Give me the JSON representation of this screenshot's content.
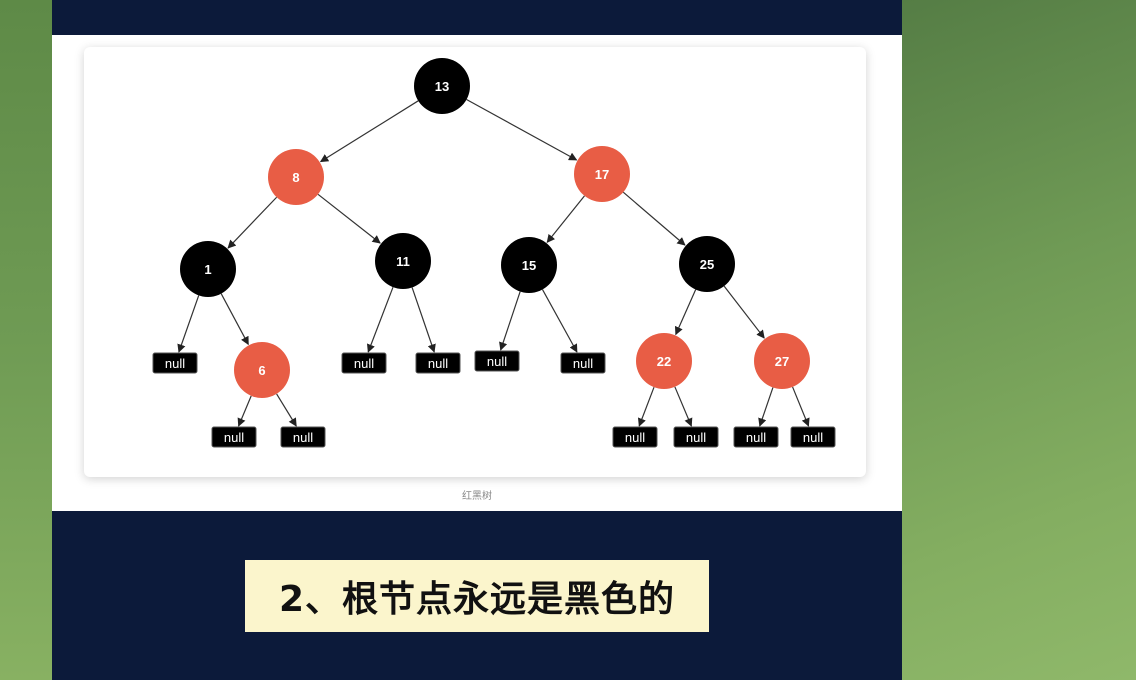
{
  "tree": {
    "nodes": [
      {
        "id": "n13",
        "label": "13",
        "color": "black"
      },
      {
        "id": "n8",
        "label": "8",
        "color": "red"
      },
      {
        "id": "n17",
        "label": "17",
        "color": "red"
      },
      {
        "id": "n1",
        "label": "1",
        "color": "black"
      },
      {
        "id": "n11",
        "label": "11",
        "color": "black"
      },
      {
        "id": "n15",
        "label": "15",
        "color": "black"
      },
      {
        "id": "n25",
        "label": "25",
        "color": "black"
      },
      {
        "id": "n6",
        "label": "6",
        "color": "red"
      },
      {
        "id": "n22",
        "label": "22",
        "color": "red"
      },
      {
        "id": "n27",
        "label": "27",
        "color": "red"
      }
    ],
    "null_label": "null",
    "edges": [
      [
        "n13",
        "n8"
      ],
      [
        "n13",
        "n17"
      ],
      [
        "n8",
        "n1"
      ],
      [
        "n8",
        "n11"
      ],
      [
        "n17",
        "n15"
      ],
      [
        "n17",
        "n25"
      ],
      [
        "n1",
        "null_1L"
      ],
      [
        "n1",
        "n6"
      ],
      [
        "n11",
        "null_11L"
      ],
      [
        "n11",
        "null_11R"
      ],
      [
        "n15",
        "null_15L"
      ],
      [
        "n15",
        "null_15R"
      ],
      [
        "n25",
        "n22"
      ],
      [
        "n25",
        "n27"
      ],
      [
        "n6",
        "null_6L"
      ],
      [
        "n6",
        "null_6R"
      ],
      [
        "n22",
        "null_22L"
      ],
      [
        "n22",
        "null_22R"
      ],
      [
        "n27",
        "null_27L"
      ],
      [
        "n27",
        "null_27R"
      ]
    ]
  },
  "colors": {
    "red_node": "#e85d45",
    "black_node": "#000000",
    "null_box": "#000000",
    "slide_bg": "#0c1a3a",
    "rule_box_bg": "#fbf5cc"
  },
  "caption": "红黑树",
  "rule_text": "2、根节点永远是黑色的"
}
